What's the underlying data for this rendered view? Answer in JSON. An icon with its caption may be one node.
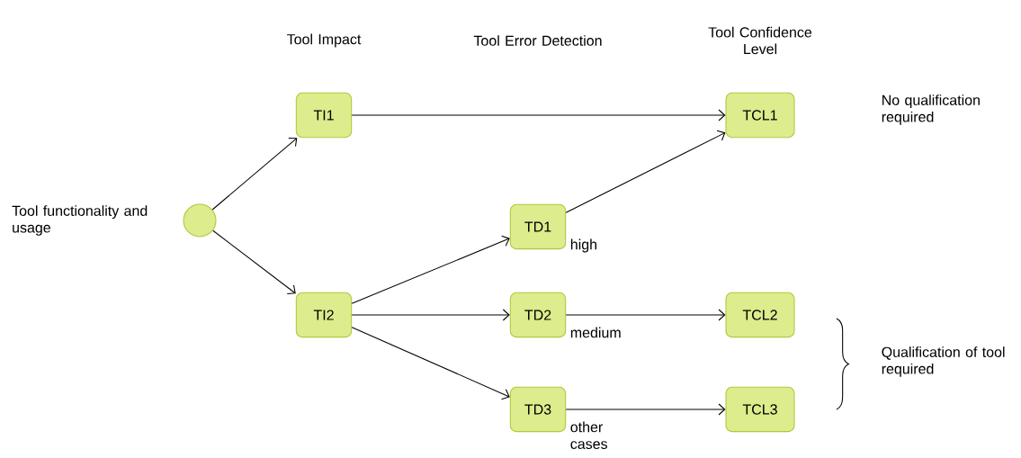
{
  "diagram": {
    "nodes": [
      {
        "text": [],
        "shape": "circle",
        "beside": [
          "Tool functionality and usage"
        ]
      },
      {
        "text": [
          "TI1"
        ]
      },
      {
        "text": [
          "TI2"
        ]
      },
      {
        "text": [
          "TD1"
        ]
      },
      {
        "text": [
          "TD2"
        ]
      },
      {
        "text": [
          "TD3"
        ]
      },
      {
        "text": [
          "TCL1"
        ]
      },
      {
        "text": [
          "TCL2"
        ]
      },
      {
        "text": [
          "TCL3"
        ]
      }
    ],
    "edges": [
      {
        "from": 0,
        "to": 1,
        "arrow": "to"
      },
      {
        "from": 0,
        "to": 2,
        "arrow": "to"
      },
      {
        "from": 1,
        "to": 6,
        "arrow": "to"
      },
      {
        "from": 2,
        "to": 3,
        "arrow": "to"
      },
      {
        "from": 2,
        "to": 4,
        "arrow": "to"
      },
      {
        "from": 2,
        "to": 5,
        "arrow": "to"
      },
      {
        "from": 3,
        "to": 6,
        "label": "high",
        "arrow": "to"
      },
      {
        "from": 4,
        "to": 7,
        "label": "medium",
        "arrow": "to"
      },
      {
        "from": 5,
        "to": 8,
        "label": "other cases",
        "arrow": "to"
      }
    ],
    "labels": [
      "Tool Impact",
      "Tool Error Detection",
      "Tool Confidence Level",
      "No qualification required",
      "Qualification of tool required"
    ]
  }
}
